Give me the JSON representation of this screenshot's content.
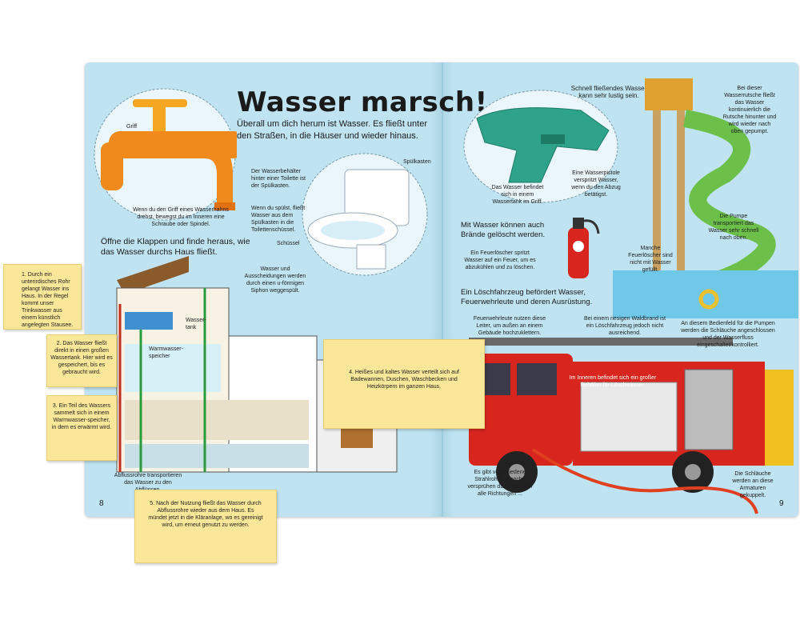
{
  "left_page": {
    "title": "Wasser marsch!",
    "intro": "Überall um dich herum ist Wasser. Es fließt unter den Straßen, in die Häuser und wieder hinaus.",
    "griff_label": "Griff",
    "tap_caption": "Wenn du den Griff eines Wasserhahns drehst, bewegst du im Inneren eine Schraube oder Spindel.",
    "flaps_intro": "Öffne die Klappen und finde heraus, wie das Wasser durchs Haus fließt.",
    "toilet_tank_text": "Der Wasserbehälter hinter einer Toilette ist der Spülkasten.",
    "spuelkasten_label": "Spülkasten",
    "flush_text": "Wenn du spülst, fließt Wasser aus dem Spülkasten in die Toilettenschüssel.",
    "schuessel_label": "Schüssel",
    "siphon_text": "Wasser und Ausscheidungen werden durch einen u-förmigen Siphon weggespült.",
    "wassertank_label": "Wasser-tank",
    "warmwasserspeicher_label": "Warmwasser-speicher",
    "abflussrohre_text": "Abflussrohre transportieren das Wasser zu den Abflüssen.",
    "page_number": "8"
  },
  "flaps": {
    "flap1": "1. Durch ein unterirdisches Rohr gelangt Wasser ins Haus. In der Regel kommt unser Trinkwasser aus einem künstlich angelegten Stausee.",
    "flap2": "2. Das Wasser fließt direkt in einen großen Wassertank. Hier wird es gespeichert, bis es gebraucht wird.",
    "flap3": "3. Ein Teil des Wassers sammelt sich in einem Warmwasser-speicher, in dem es erwärmt wird.",
    "flap4": "4. Heißes und kaltes Wasser verteilt sich auf Badewannen, Duschen, Waschbecken und Heizkörpern im ganzen Haus.",
    "flap5": "5. Nach der Nutzung fließt das Wasser durch Abflussrohre wieder aus dem Haus. Es mündet jetzt in die Kläranlage, wo es gereinigt wird, um erneut genutzt zu werden."
  },
  "right_page": {
    "fast_water": "Schnell fließendes Wasser kann sehr lustig sein.",
    "slide_text": "Bei dieser Wasserrutsche fließt das Wasser kontinuierlich die Rutsche hinunter und wird wieder nach oben gepumpt.",
    "pistol_text": "Eine Wasserpistole verspritzt Wasser, wenn du den Abzug betätigst.",
    "tank_in_grip": "Das Wasser befindet sich in einem Wassertank im Griff.",
    "pump_text": "Die Pumpe transportiert das Wasser sehr schnell nach oben.",
    "fire_heading": "Mit Wasser können auch Brände gelöscht werden.",
    "extinguisher_text": "Ein Feuerlöscher spritzt Wasser auf ein Feuer, um es abzukühlen und zu löschen.",
    "some_extinguishers": "Manche Feuerlöscher sind nicht mit Wasser gefüllt.",
    "firetruck_heading": "Ein Löschfahrzeug befördert Wasser, Feuerwehrleute und deren Ausrüstung.",
    "ladder_text": "Feuerwehrleute nutzen diese Leiter, um außen an einem Gebäude hochzuklettern.",
    "forest_fire_text": "Bei einem riesigen Waldbrand ist ein Löschfahrzeug jedoch nicht ausreichend.",
    "control_panel_text": "An diesem Bedienfeld für die Pumpen werden die Schläuche angeschlossen und der Wasserfluss eingeschaltet/kontrolliert.",
    "inner_tank_text": "Im Inneren befindet sich ein großer Behälter für Löschwasser.",
    "nozzles_text": "Es gibt verschiedene Strahlrohre. Manche versprühen das Wasser in alle Richtungen ...",
    "hoses_text": "Die Schläuche werden an diese Armaturen gekuppelt.",
    "page_number": "9"
  },
  "colors": {
    "page_bg": "#bfe3f1",
    "flap_yellow": "#fbe79a",
    "fire_red": "#d8261f",
    "tap_orange": "#f08a1c",
    "pistol_green": "#2fa38a"
  }
}
